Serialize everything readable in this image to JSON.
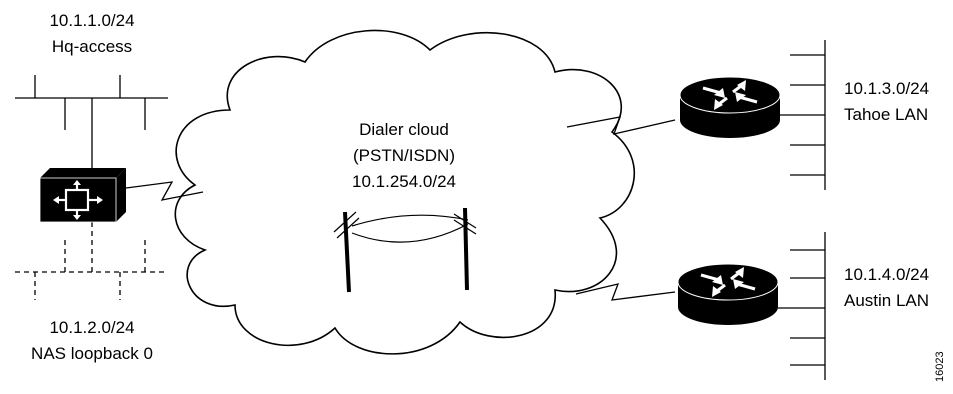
{
  "diagram": {
    "hq": {
      "subnet": "10.1.1.0/24",
      "name": "Hq-access"
    },
    "nas": {
      "subnet": "10.1.2.0/24",
      "name": "NAS loopback 0"
    },
    "cloud": {
      "line1": "Dialer cloud",
      "line2": "(PSTN/ISDN)",
      "line3": "10.1.254.0/24"
    },
    "tahoe": {
      "subnet": "10.1.3.0/24",
      "name": "Tahoe LAN"
    },
    "austin": {
      "subnet": "10.1.4.0/24",
      "name": "Austin LAN"
    },
    "figure_id": "16023"
  }
}
